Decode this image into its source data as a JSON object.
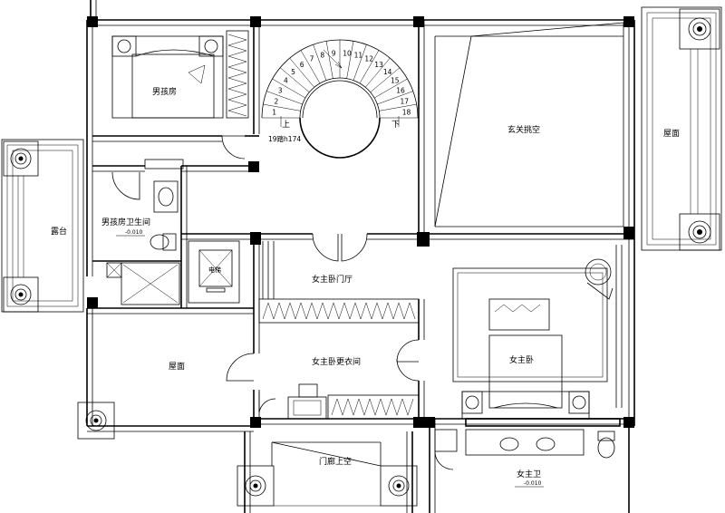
{
  "rooms": {
    "boy_bedroom": "男孩房",
    "stair_note": "19踏h174",
    "stair_up": "上",
    "stair_down": "下",
    "foyer_void": "玄关挑空",
    "roof_east": "屋面",
    "terrace": "露台",
    "boy_bathroom": "男孩房卫生间",
    "boy_bathroom_elev": "-0.010",
    "elevator": "电梯",
    "master_foyer": "女主卧门厅",
    "master_bedroom": "女主卧",
    "roof_west": "屋面",
    "master_closet": "女主卧更衣间",
    "entrance_canopy": "门廊上空",
    "master_bath": "女主卫",
    "master_bath_elev": "-0.010"
  },
  "stair_steps": [
    "1",
    "2",
    "3",
    "4",
    "5",
    "6",
    "7",
    "8",
    "9",
    "10",
    "11",
    "12",
    "13",
    "14",
    "15",
    "16",
    "17",
    "18"
  ]
}
